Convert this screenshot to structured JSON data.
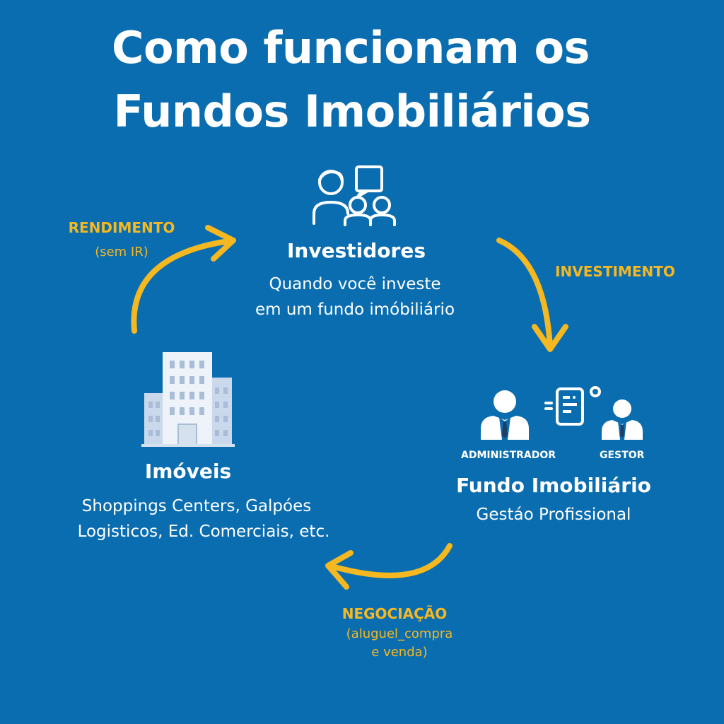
{
  "title": {
    "line1": "Como funcionam os",
    "line2": "Fundos Imobiliários"
  },
  "investors": {
    "title": "Investidores",
    "line1": "Quando você investe",
    "line2": "em um fundo imóbiliário",
    "icon": "investors-group-icon"
  },
  "fund": {
    "title": "Fundo Imobiliário",
    "subtitle": "Gestáo Profissional",
    "admin_label": "ADMINISTRADOR",
    "manager_label": "GESTOR",
    "icons": [
      "administrator-person-icon",
      "document-icon",
      "manager-person-icon"
    ]
  },
  "properties": {
    "title": "Imóveis",
    "line1": "Shoppings Centers, Galpóes",
    "line2": "Logisticos, Ed. Comerciais, etc.",
    "icon": "building-icon"
  },
  "flows": {
    "investment": {
      "label": "INVESTIMENTO"
    },
    "negotiation": {
      "label": "NEGOCIAÇÃO",
      "line1": "(aluguel_compra",
      "line2": "e venda)"
    },
    "income": {
      "label": "RENDIMENTO",
      "line1": "(sem IR)"
    }
  },
  "colors": {
    "background": "#0a6db0",
    "accent": "#f5b820",
    "text": "#ffffff"
  }
}
